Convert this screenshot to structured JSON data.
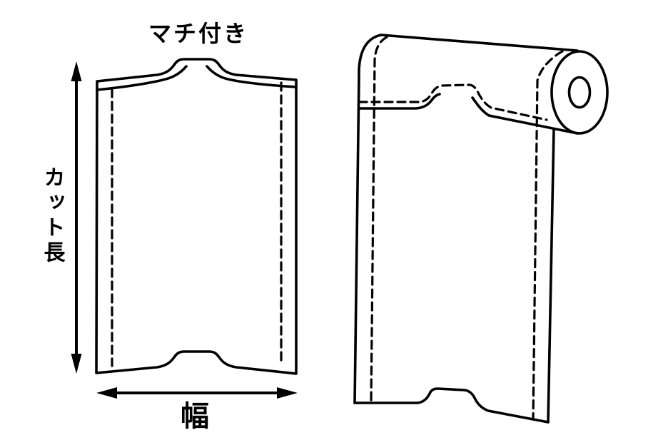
{
  "colors": {
    "background": "#ffffff",
    "line": "#000000"
  },
  "labels": {
    "gusset": "マチ付き",
    "cut_length": "カット長",
    "width": "幅"
  },
  "icons": {
    "cut_length_arrow": "vertical-double-arrow",
    "width_arrow": "horizontal-double-arrow"
  }
}
